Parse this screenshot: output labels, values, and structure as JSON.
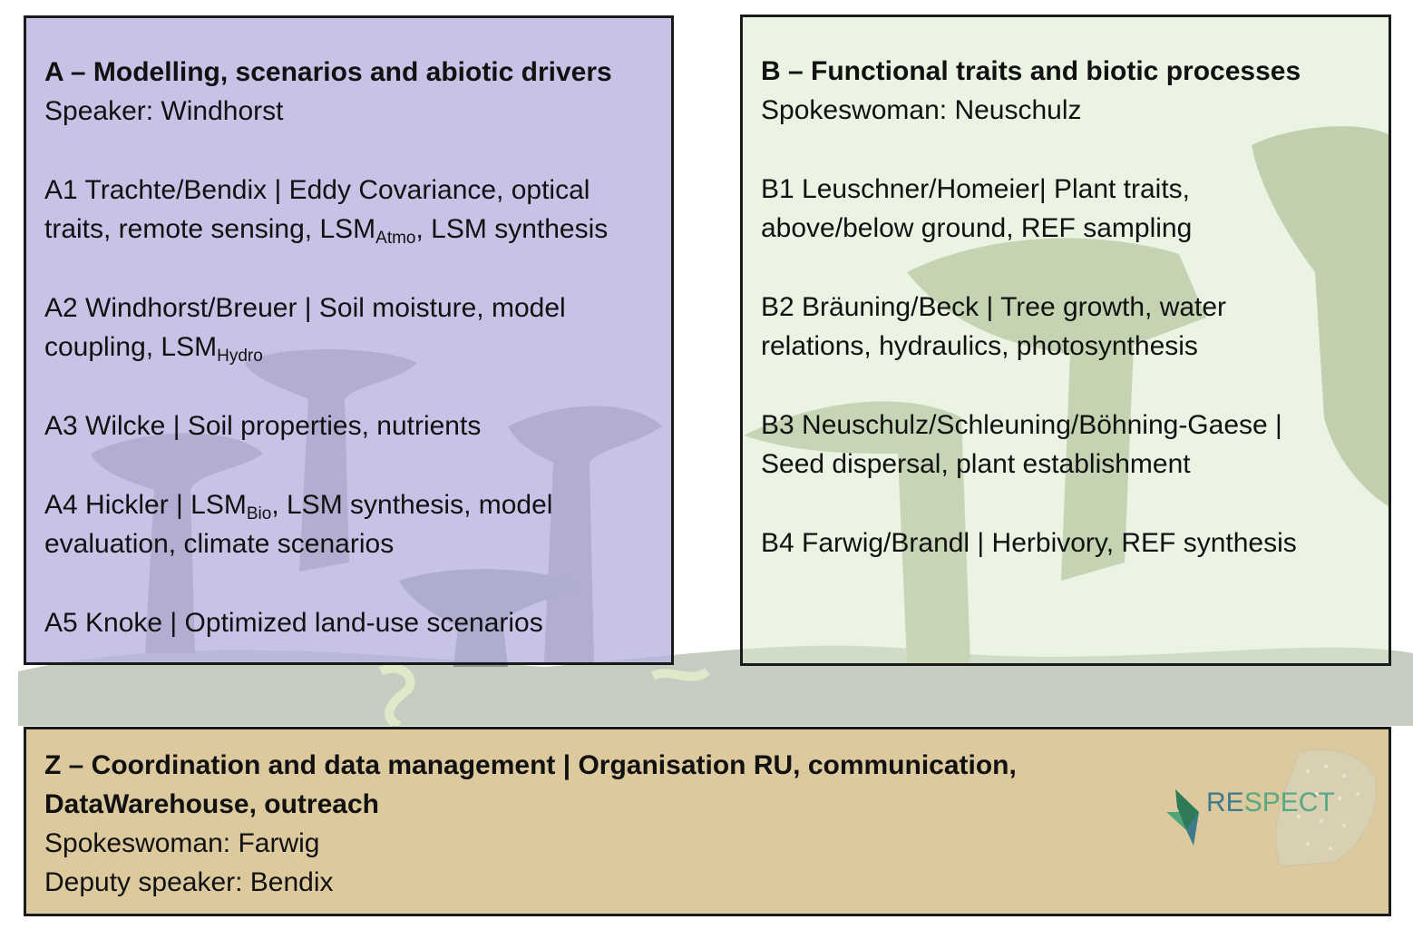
{
  "box_a": {
    "title": "A – Modelling, scenarios and abiotic drivers",
    "role": "Speaker: Windhorst",
    "projects": [
      {
        "line1": "A1 Trachte/Bendix | Eddy Covariance, optical",
        "line2_pre": "traits, remote sensing, LSM",
        "sub": "Atmo",
        "line2_post": ", LSM synthesis"
      },
      {
        "line1": "A2 Windhorst/Breuer | Soil moisture, model",
        "line2_pre": "coupling, LSM",
        "sub": "Hydro",
        "line2_post": ""
      },
      {
        "line1": "A3 Wilcke | Soil properties, nutrients"
      },
      {
        "line1_pre": "A4 Hickler | LSM",
        "sub": "Bio",
        "line1_post": ", LSM synthesis, model",
        "line2": "evaluation, climate scenarios"
      },
      {
        "line1": "A5 Knoke | Optimized land-use scenarios"
      }
    ]
  },
  "box_b": {
    "title": "B – Functional traits and biotic processes",
    "role": "Spokeswoman: Neuschulz",
    "projects": [
      {
        "line1": "B1 Leuschner/Homeier| Plant traits,",
        "line2": "above/below ground, REF sampling"
      },
      {
        "line1": "B2 Bräuning/Beck | Tree growth, water",
        "line2": "relations, hydraulics, photosynthesis"
      },
      {
        "line1": "B3 Neuschulz/Schleuning/Böhning-Gaese |",
        "line2": "Seed dispersal, plant establishment"
      },
      {
        "line1": "B4 Farwig/Brandl | Herbivory, REF synthesis"
      }
    ]
  },
  "box_z": {
    "title_line1": "Z – Coordination and data management | Organisation RU, communication,",
    "title_line2": "DataWarehouse, outreach",
    "role1": "Spokeswoman: Farwig",
    "role2": "Deputy speaker: Bendix"
  },
  "logo": {
    "text_a": "RE",
    "text_b": "SPECT"
  },
  "colors": {
    "box_a_fill": "#b7b2e0",
    "box_b_fill": "#daeacc",
    "box_z_fill": "#ddc99e",
    "silhouette_gray": "#8e9895",
    "silhouette_green": "#9fb28a",
    "logo_teal": "#3d7a8c"
  }
}
